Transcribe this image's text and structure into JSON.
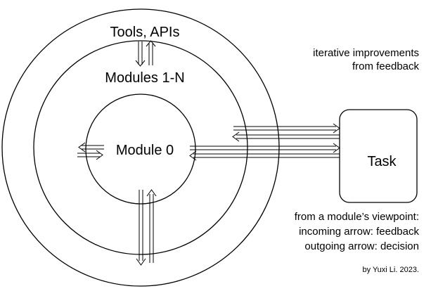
{
  "diagram": {
    "rings": {
      "outer_label": "Tools, APIs",
      "middle_label": "Modules 1-N",
      "inner_label": "Module 0"
    },
    "task_label": "Task",
    "note_top": [
      "iterative improvements",
      "from feedback"
    ],
    "note_bottom": [
      "from a module’s viewpoint:",
      "incoming arrow: feedback",
      "outgoing arrow: decision"
    ],
    "credit": "by Yuxi Li. 2023."
  }
}
